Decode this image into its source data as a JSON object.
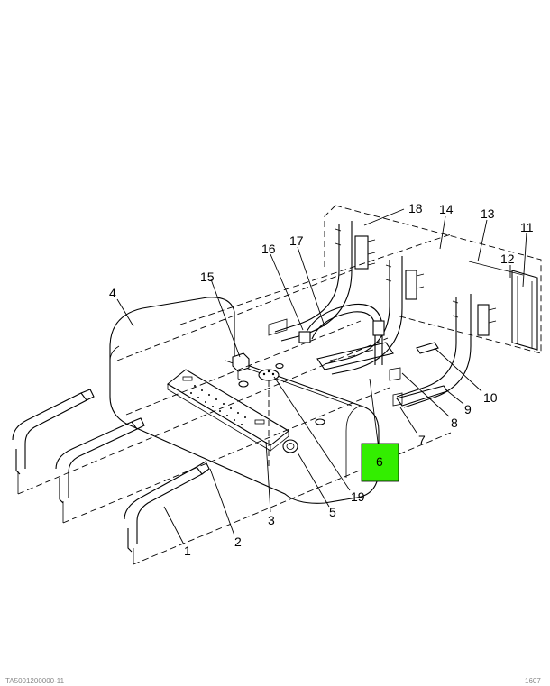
{
  "diagram": {
    "callouts": [
      {
        "id": "1",
        "label": "1"
      },
      {
        "id": "2",
        "label": "2"
      },
      {
        "id": "3",
        "label": "3"
      },
      {
        "id": "4",
        "label": "4"
      },
      {
        "id": "5",
        "label": "5"
      },
      {
        "id": "6",
        "label": "6"
      },
      {
        "id": "7",
        "label": "7"
      },
      {
        "id": "8",
        "label": "8"
      },
      {
        "id": "9",
        "label": "9"
      },
      {
        "id": "10",
        "label": "10"
      },
      {
        "id": "11",
        "label": "11"
      },
      {
        "id": "12",
        "label": "12"
      },
      {
        "id": "13",
        "label": "13"
      },
      {
        "id": "14",
        "label": "14"
      },
      {
        "id": "15",
        "label": "15"
      },
      {
        "id": "16",
        "label": "16"
      },
      {
        "id": "17",
        "label": "17"
      },
      {
        "id": "18",
        "label": "18"
      },
      {
        "id": "19",
        "label": "19"
      }
    ],
    "highlighted_callout": "6",
    "highlight_color": "#33ee00",
    "footer_left": "TA5001200000-11",
    "footer_right": "1607"
  }
}
